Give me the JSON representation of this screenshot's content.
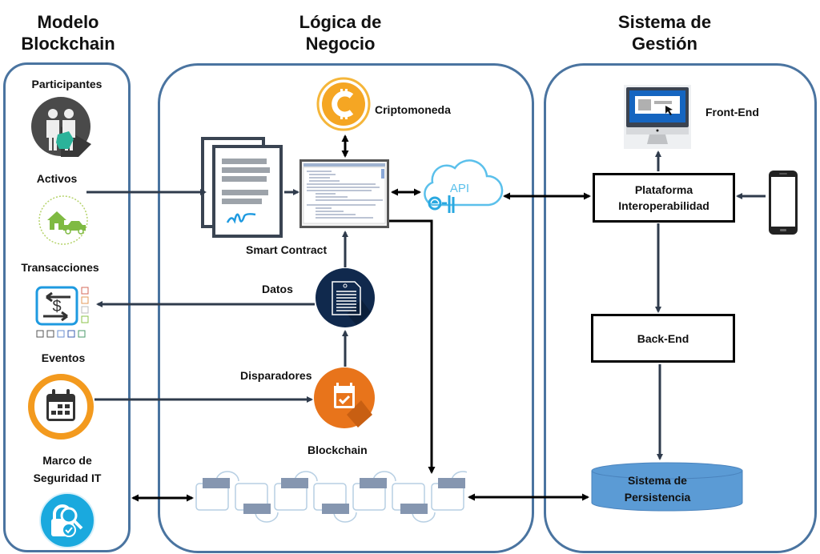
{
  "columns": {
    "blockchain_model": {
      "title_line1": "Modelo",
      "title_line2": "Blockchain"
    },
    "business_logic": {
      "title_line1": "Lógica de",
      "title_line2": "Negocio"
    },
    "management_system": {
      "title_line1": "Sistema de",
      "title_line2": "Gestión"
    }
  },
  "blockchain_model": {
    "items": [
      {
        "label": "Participantes",
        "icon": "participants-icon"
      },
      {
        "label": "Activos",
        "icon": "assets-house-car-icon"
      },
      {
        "label": "Transacciones",
        "icon": "transactions-dollar-icon"
      },
      {
        "label": "Eventos",
        "icon": "calendar-icon"
      },
      {
        "label_line1": "Marco de",
        "label_line2": "Seguridad IT",
        "icon": "security-lock-search-icon"
      }
    ]
  },
  "business_logic": {
    "cryptocurrency": {
      "label": "Criptomoneda",
      "icon": "coin-icon"
    },
    "smart_contract": {
      "label": "Smart Contract",
      "icon": "contract-document-icon"
    },
    "api": {
      "label": "API",
      "icon": "api-cloud-icon"
    },
    "data": {
      "label": "Datos",
      "icon": "data-document-icon"
    },
    "triggers": {
      "label": "Disparadores",
      "icon": "calendar-check-icon"
    },
    "blockchain": {
      "label": "Blockchain",
      "icon": "chain-blocks-icon"
    }
  },
  "management_system": {
    "front_end": {
      "label": "Front-End",
      "icon": "monitor-icon"
    },
    "platform": {
      "label_line1": "Plataforma",
      "label_line2": "Interoperabilidad"
    },
    "mobile": {
      "icon": "smartphone-icon"
    },
    "back_end": {
      "label": "Back-End"
    },
    "persistence": {
      "label_line1": "Sistema de",
      "label_line2": "Persistencia",
      "color": "#5b9bd5"
    }
  },
  "colors": {
    "panel_border": "#4a74a0",
    "arrow_dark": "#2f3b4c",
    "arrow_black": "#000000",
    "coin": "#f5a623",
    "data_circle": "#10294d",
    "trigger_circle": "#e8741b",
    "event_ring": "#f39a1e",
    "security_circle": "#1aa9de",
    "api_cloud": "#5bc0eb",
    "block_fill": "#8596b0",
    "block_outline": "#b7cfe3"
  }
}
